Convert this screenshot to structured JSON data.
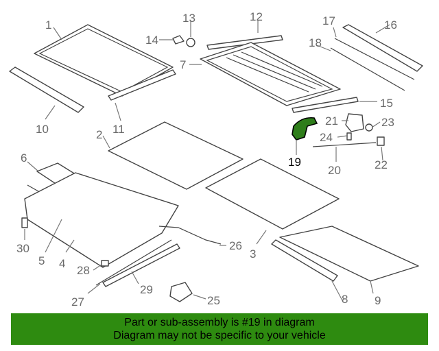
{
  "labels": {
    "p1": "1",
    "p2": "2",
    "p3": "3",
    "p4": "4",
    "p5": "5",
    "p6": "6",
    "p7": "7",
    "p8": "8",
    "p9": "9",
    "p10": "10",
    "p11": "11",
    "p12": "12",
    "p13": "13",
    "p14": "14",
    "p15": "15",
    "p16": "16",
    "p17": "17",
    "p18": "18",
    "p19": "19",
    "p20": "20",
    "p21": "21",
    "p22": "22",
    "p23": "23",
    "p24": "24",
    "p25": "25",
    "p26": "26",
    "p27": "27",
    "p28": "28",
    "p29": "29",
    "p30": "30"
  },
  "highlight": {
    "part": "19",
    "color": "#2e7d1a"
  },
  "banner": {
    "line1": "Part or sub-assembly is #19 in diagram",
    "line2": "Diagram may not be specific to your vehicle",
    "color": "#2e8b10"
  }
}
